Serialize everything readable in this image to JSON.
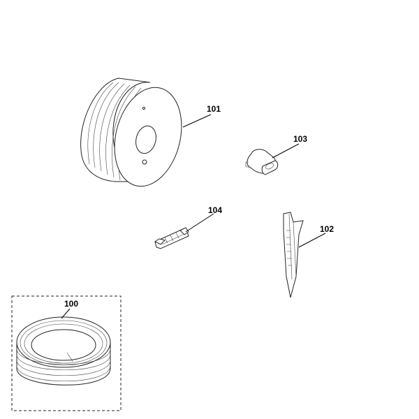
{
  "parts": [
    {
      "id": "reel",
      "label": "101"
    },
    {
      "id": "peg",
      "label": "102"
    },
    {
      "id": "connector",
      "label": "103"
    },
    {
      "id": "coupler",
      "label": "104"
    },
    {
      "id": "wire-kit",
      "label": "100"
    }
  ]
}
